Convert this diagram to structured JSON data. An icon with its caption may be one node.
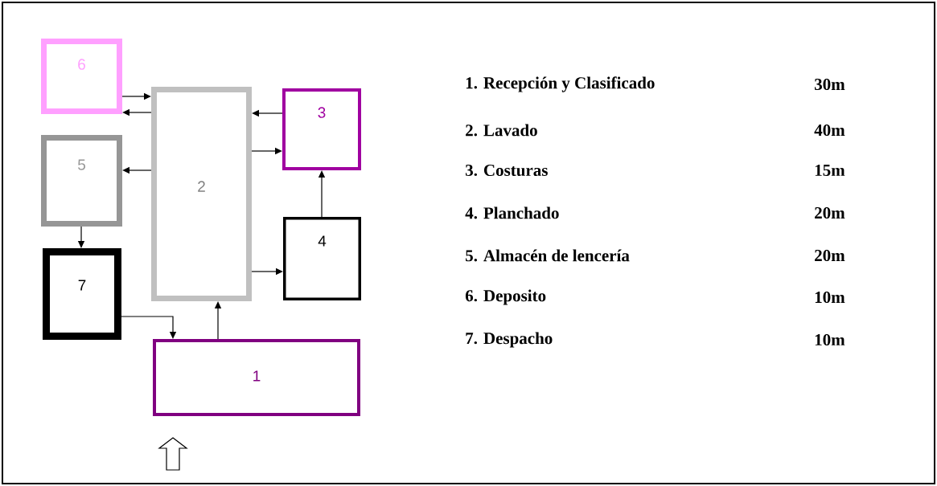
{
  "diagram": {
    "nodes": [
      {
        "text": [
          "6"
        ]
      },
      {
        "text": [
          "2"
        ]
      },
      {
        "text": [
          "3"
        ]
      },
      {
        "text": [
          "5"
        ]
      },
      {
        "text": [
          "4"
        ]
      },
      {
        "text": [
          "7"
        ]
      },
      {
        "text": [
          "1"
        ]
      }
    ],
    "edges": [
      {
        "from": 0,
        "to": 1,
        "arrow": "to"
      },
      {
        "from": 1,
        "to": 0,
        "arrow": "to"
      },
      {
        "from": 2,
        "to": 1,
        "arrow": "to"
      },
      {
        "from": 1,
        "to": 2,
        "arrow": "to"
      },
      {
        "from": 1,
        "to": 3,
        "arrow": "to"
      },
      {
        "from": 4,
        "to": 2,
        "arrow": "to"
      },
      {
        "from": 3,
        "to": 5,
        "arrow": "to"
      },
      {
        "from": 5,
        "to": 6,
        "arrow": "to"
      },
      {
        "from": 6,
        "to": 1,
        "arrow": "to"
      },
      {
        "from": 1,
        "to": 4,
        "arrow": "to"
      },
      {
        "from": null,
        "to": 6,
        "arrow": "to"
      }
    ],
    "labels": [
      "1. Recepción y Clasificado",
      "30m",
      "2. Lavado",
      "40m",
      "3. Costuras",
      "15m",
      "4. Planchado",
      "20m",
      "5. Almacén de lencería",
      "20m",
      "6. Deposito",
      "10m",
      "7. Despacho",
      "10m"
    ]
  }
}
